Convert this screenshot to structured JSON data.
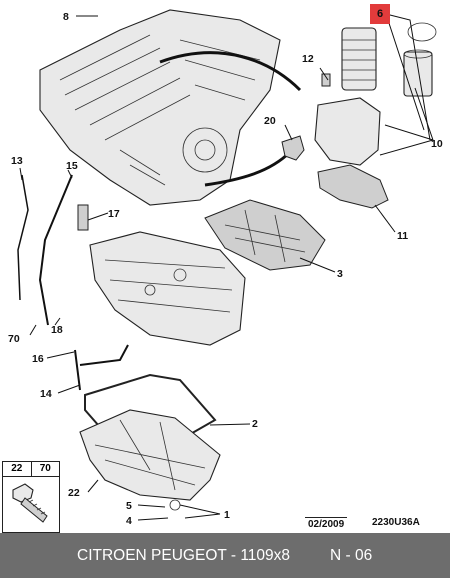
{
  "callouts": {
    "c1": "1",
    "c2": "2",
    "c3": "3",
    "c4": "4",
    "c5": "5",
    "c6": "6",
    "c8": "8",
    "c10": "10",
    "c11": "11",
    "c12": "12",
    "c13": "13",
    "c14": "14",
    "c15": "15",
    "c16": "16",
    "c17": "17",
    "c18": "18",
    "c20": "20",
    "c22": "22",
    "c70": "70"
  },
  "inset": {
    "left_label": "22",
    "right_label": "70"
  },
  "drawing": {
    "date": "02/2009",
    "reference": "2230U36A"
  },
  "footer": {
    "left_text": "CITROEN PEUGEOT - 1109x8",
    "right_text": "N - 06"
  },
  "colors": {
    "highlight": "#e23b3b",
    "footer_bg": "#6d6d6d"
  }
}
